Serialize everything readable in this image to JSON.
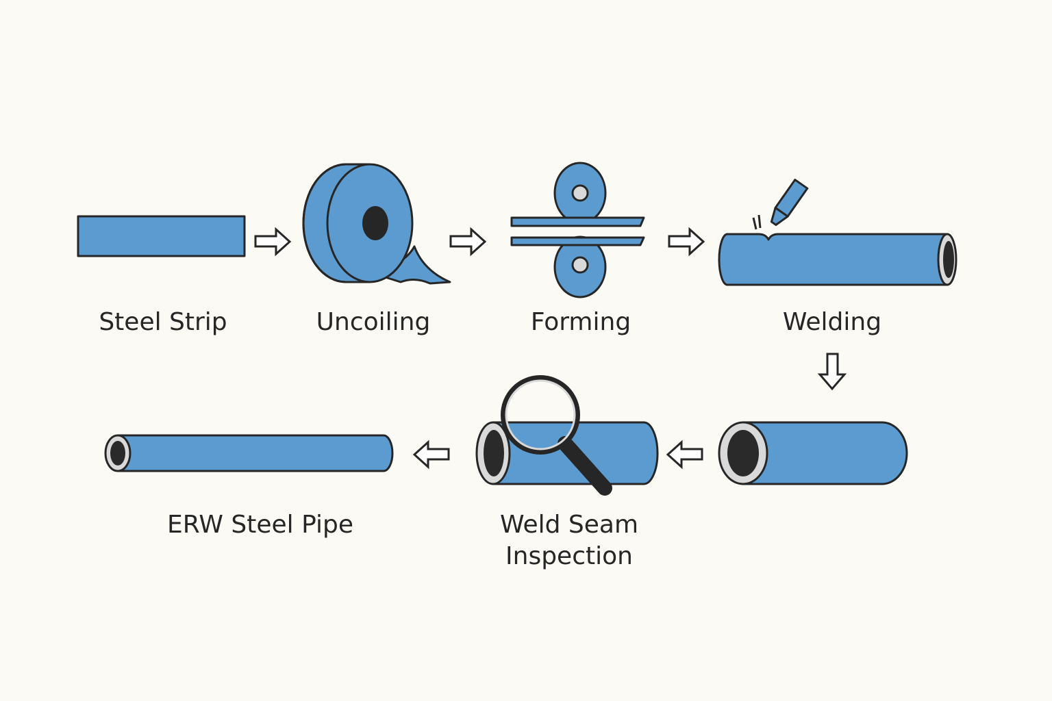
{
  "diagram": {
    "colors": {
      "background": "#fbfaf5",
      "fill": "#5b9bd0",
      "outline": "#262626",
      "pipe_bore": "#2a2a2a",
      "pipe_rim": "#d9d9d9"
    },
    "steps": [
      {
        "id": "steel-strip",
        "label": "Steel Strip",
        "icon": "strip-icon"
      },
      {
        "id": "uncoiling",
        "label": "Uncoiling",
        "icon": "coil-icon"
      },
      {
        "id": "forming",
        "label": "Forming",
        "icon": "forming-rollers-icon"
      },
      {
        "id": "welding",
        "label": "Welding",
        "icon": "welding-torch-pipe-icon"
      },
      {
        "id": "welded-pipe",
        "label": "",
        "icon": "pipe-icon"
      },
      {
        "id": "weld-seam-inspection",
        "label": "Weld Seam Inspection",
        "icon": "magnifier-pipe-icon"
      },
      {
        "id": "erw-steel-pipe",
        "label": "ERW Steel Pipe",
        "icon": "long-pipe-icon"
      }
    ],
    "arrows": [
      {
        "from": "steel-strip",
        "to": "uncoiling",
        "direction": "right"
      },
      {
        "from": "uncoiling",
        "to": "forming",
        "direction": "right"
      },
      {
        "from": "forming",
        "to": "welding",
        "direction": "right"
      },
      {
        "from": "welding",
        "to": "welded-pipe",
        "direction": "down"
      },
      {
        "from": "welded-pipe",
        "to": "weld-seam-inspection",
        "direction": "left"
      },
      {
        "from": "weld-seam-inspection",
        "to": "erw-steel-pipe",
        "direction": "left"
      }
    ]
  }
}
